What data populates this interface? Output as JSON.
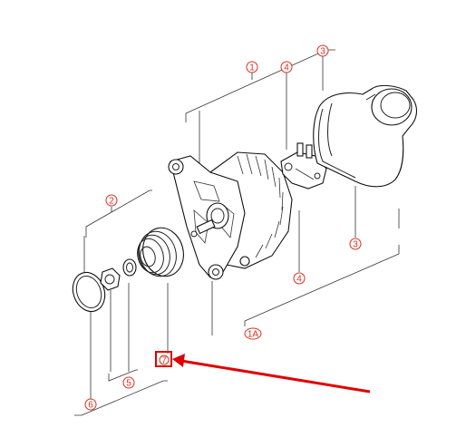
{
  "callouts": {
    "c1": "1",
    "c2": "2",
    "c3a": "3",
    "c3b": "3",
    "c4a": "4",
    "c4b": "4",
    "c5": "5",
    "c6": "6",
    "cA": "1A",
    "c7": "7"
  },
  "colors": {
    "callout": "#d9301f",
    "highlight": "#e00000",
    "line": "#222222"
  }
}
